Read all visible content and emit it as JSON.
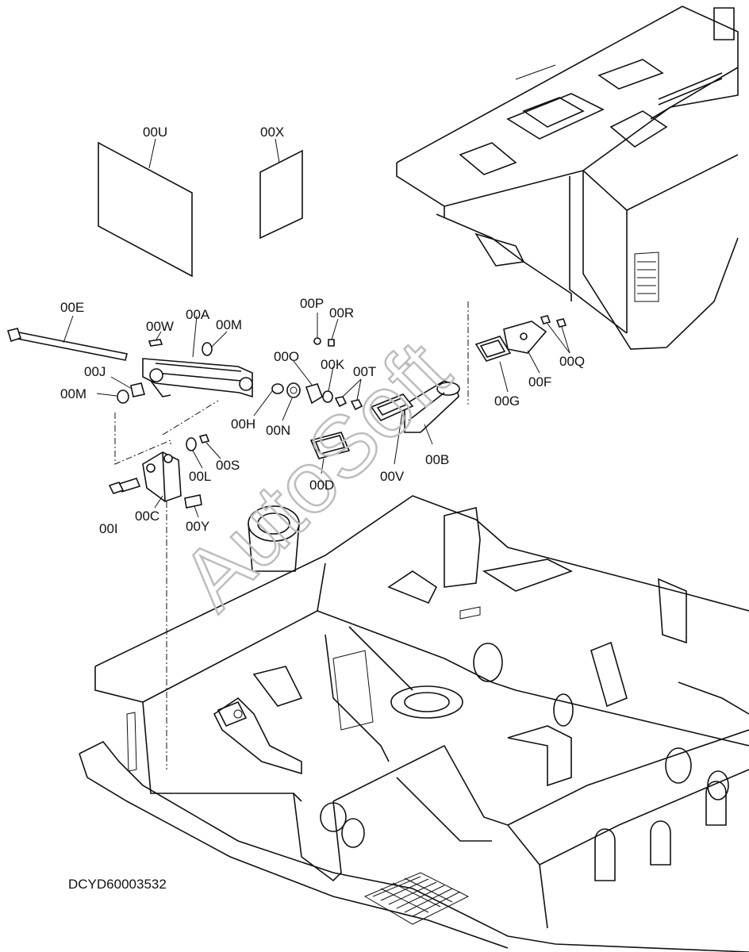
{
  "diagram": {
    "code": "DCYD60003532",
    "watermark": "AutoSoft",
    "labels": {
      "00U": "00U",
      "00X": "00X",
      "00E": "00E",
      "00W": "00W",
      "00A": "00A",
      "00M_top": "00M",
      "00M_left": "00M",
      "00J": "00J",
      "00H": "00H",
      "00N": "00N",
      "00O": "00O",
      "00P": "00P",
      "00R": "00R",
      "00K": "00K",
      "00T": "00T",
      "00Q": "00Q",
      "00F": "00F",
      "00G": "00G",
      "00B": "00B",
      "00V": "00V",
      "00D": "00D",
      "00S": "00S",
      "00L": "00L",
      "00I": "00I",
      "00C": "00C",
      "00Y": "00Y"
    }
  }
}
